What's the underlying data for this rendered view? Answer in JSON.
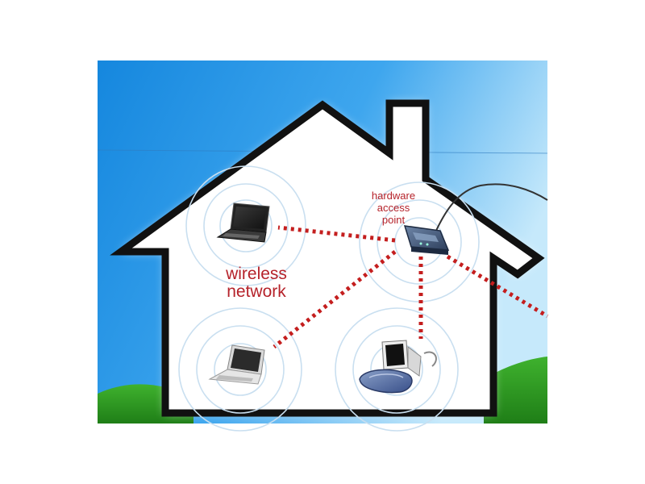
{
  "diagram": {
    "labels": {
      "access_point": [
        "hardware",
        "access",
        "point"
      ],
      "network": [
        "wireless",
        "network"
      ]
    },
    "nodes": [
      {
        "id": "laptop-top-left",
        "kind": "laptop"
      },
      {
        "id": "hardware-access-point",
        "kind": "router"
      },
      {
        "id": "laptop-bottom-left",
        "kind": "laptop"
      },
      {
        "id": "desktop-computer",
        "kind": "desktop"
      }
    ],
    "links": [
      {
        "from": "hardware-access-point",
        "to": "laptop-top-left"
      },
      {
        "from": "hardware-access-point",
        "to": "laptop-bottom-left"
      },
      {
        "from": "hardware-access-point",
        "to": "desktop-computer"
      },
      {
        "from": "hardware-access-point",
        "to": "offscreen-right"
      }
    ],
    "colors": {
      "sky_top": "#1a8fe0",
      "sky_bottom": "#bfe6fb",
      "grass": "#2e9a22",
      "house_outline": "#111111",
      "house_fill": "#ffffff",
      "link_dots": "#c41e1e",
      "label_text": "#b5222a",
      "signal_rings": "#c9dff0"
    }
  }
}
